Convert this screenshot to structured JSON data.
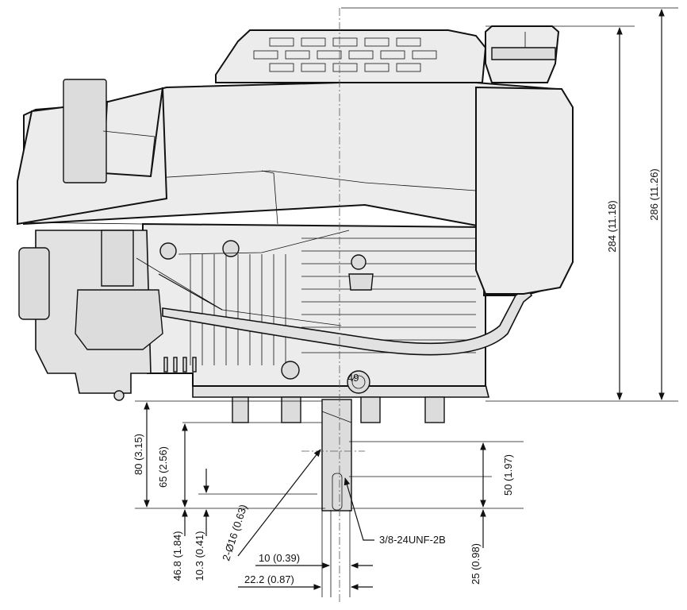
{
  "dimensions": {
    "height_284": "284 (11.18)",
    "height_286": "286 (11.26)",
    "dim_80": "80 (3.15)",
    "dim_65": "65 (2.56)",
    "dim_46_8": "46.8 (1.84)",
    "dim_10_3": "10.3 (0.41)",
    "dim_hole": "2-Ø16 (0.63)",
    "dim_10": "10 (0.39)",
    "dim_22_2": "22.2 (0.87)",
    "dim_50": "50 (1.97)",
    "dim_25": "25 (0.98)",
    "thread": "3/8-24UNF-2B"
  },
  "labels": {
    "cap_mark": "49"
  }
}
